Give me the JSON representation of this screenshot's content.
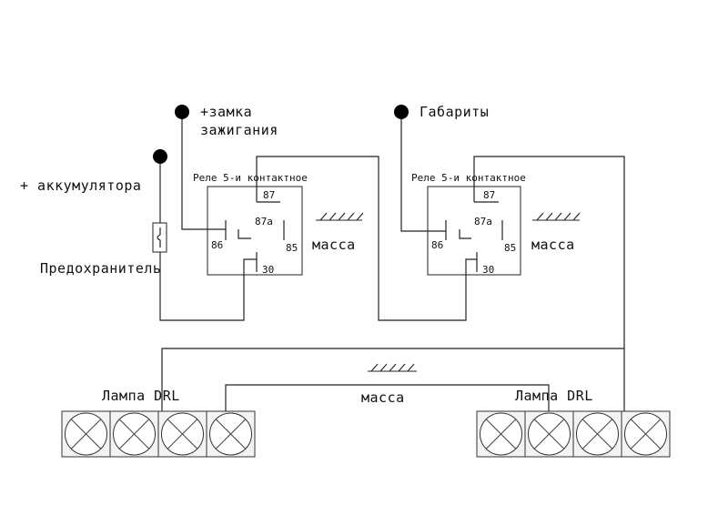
{
  "labels": {
    "ignition_line1": "+замка",
    "ignition_line2": "зажигания",
    "battery": "+ аккумулятора",
    "fuse": "Предохранитель",
    "parking": "Габариты",
    "relay_title": "Реле 5-и контактное",
    "pin_87": "87",
    "pin_87a": "87a",
    "pin_86": "86",
    "pin_85": "85",
    "pin_30": "30",
    "ground": "масса",
    "lamp": "Лампа DRL"
  }
}
